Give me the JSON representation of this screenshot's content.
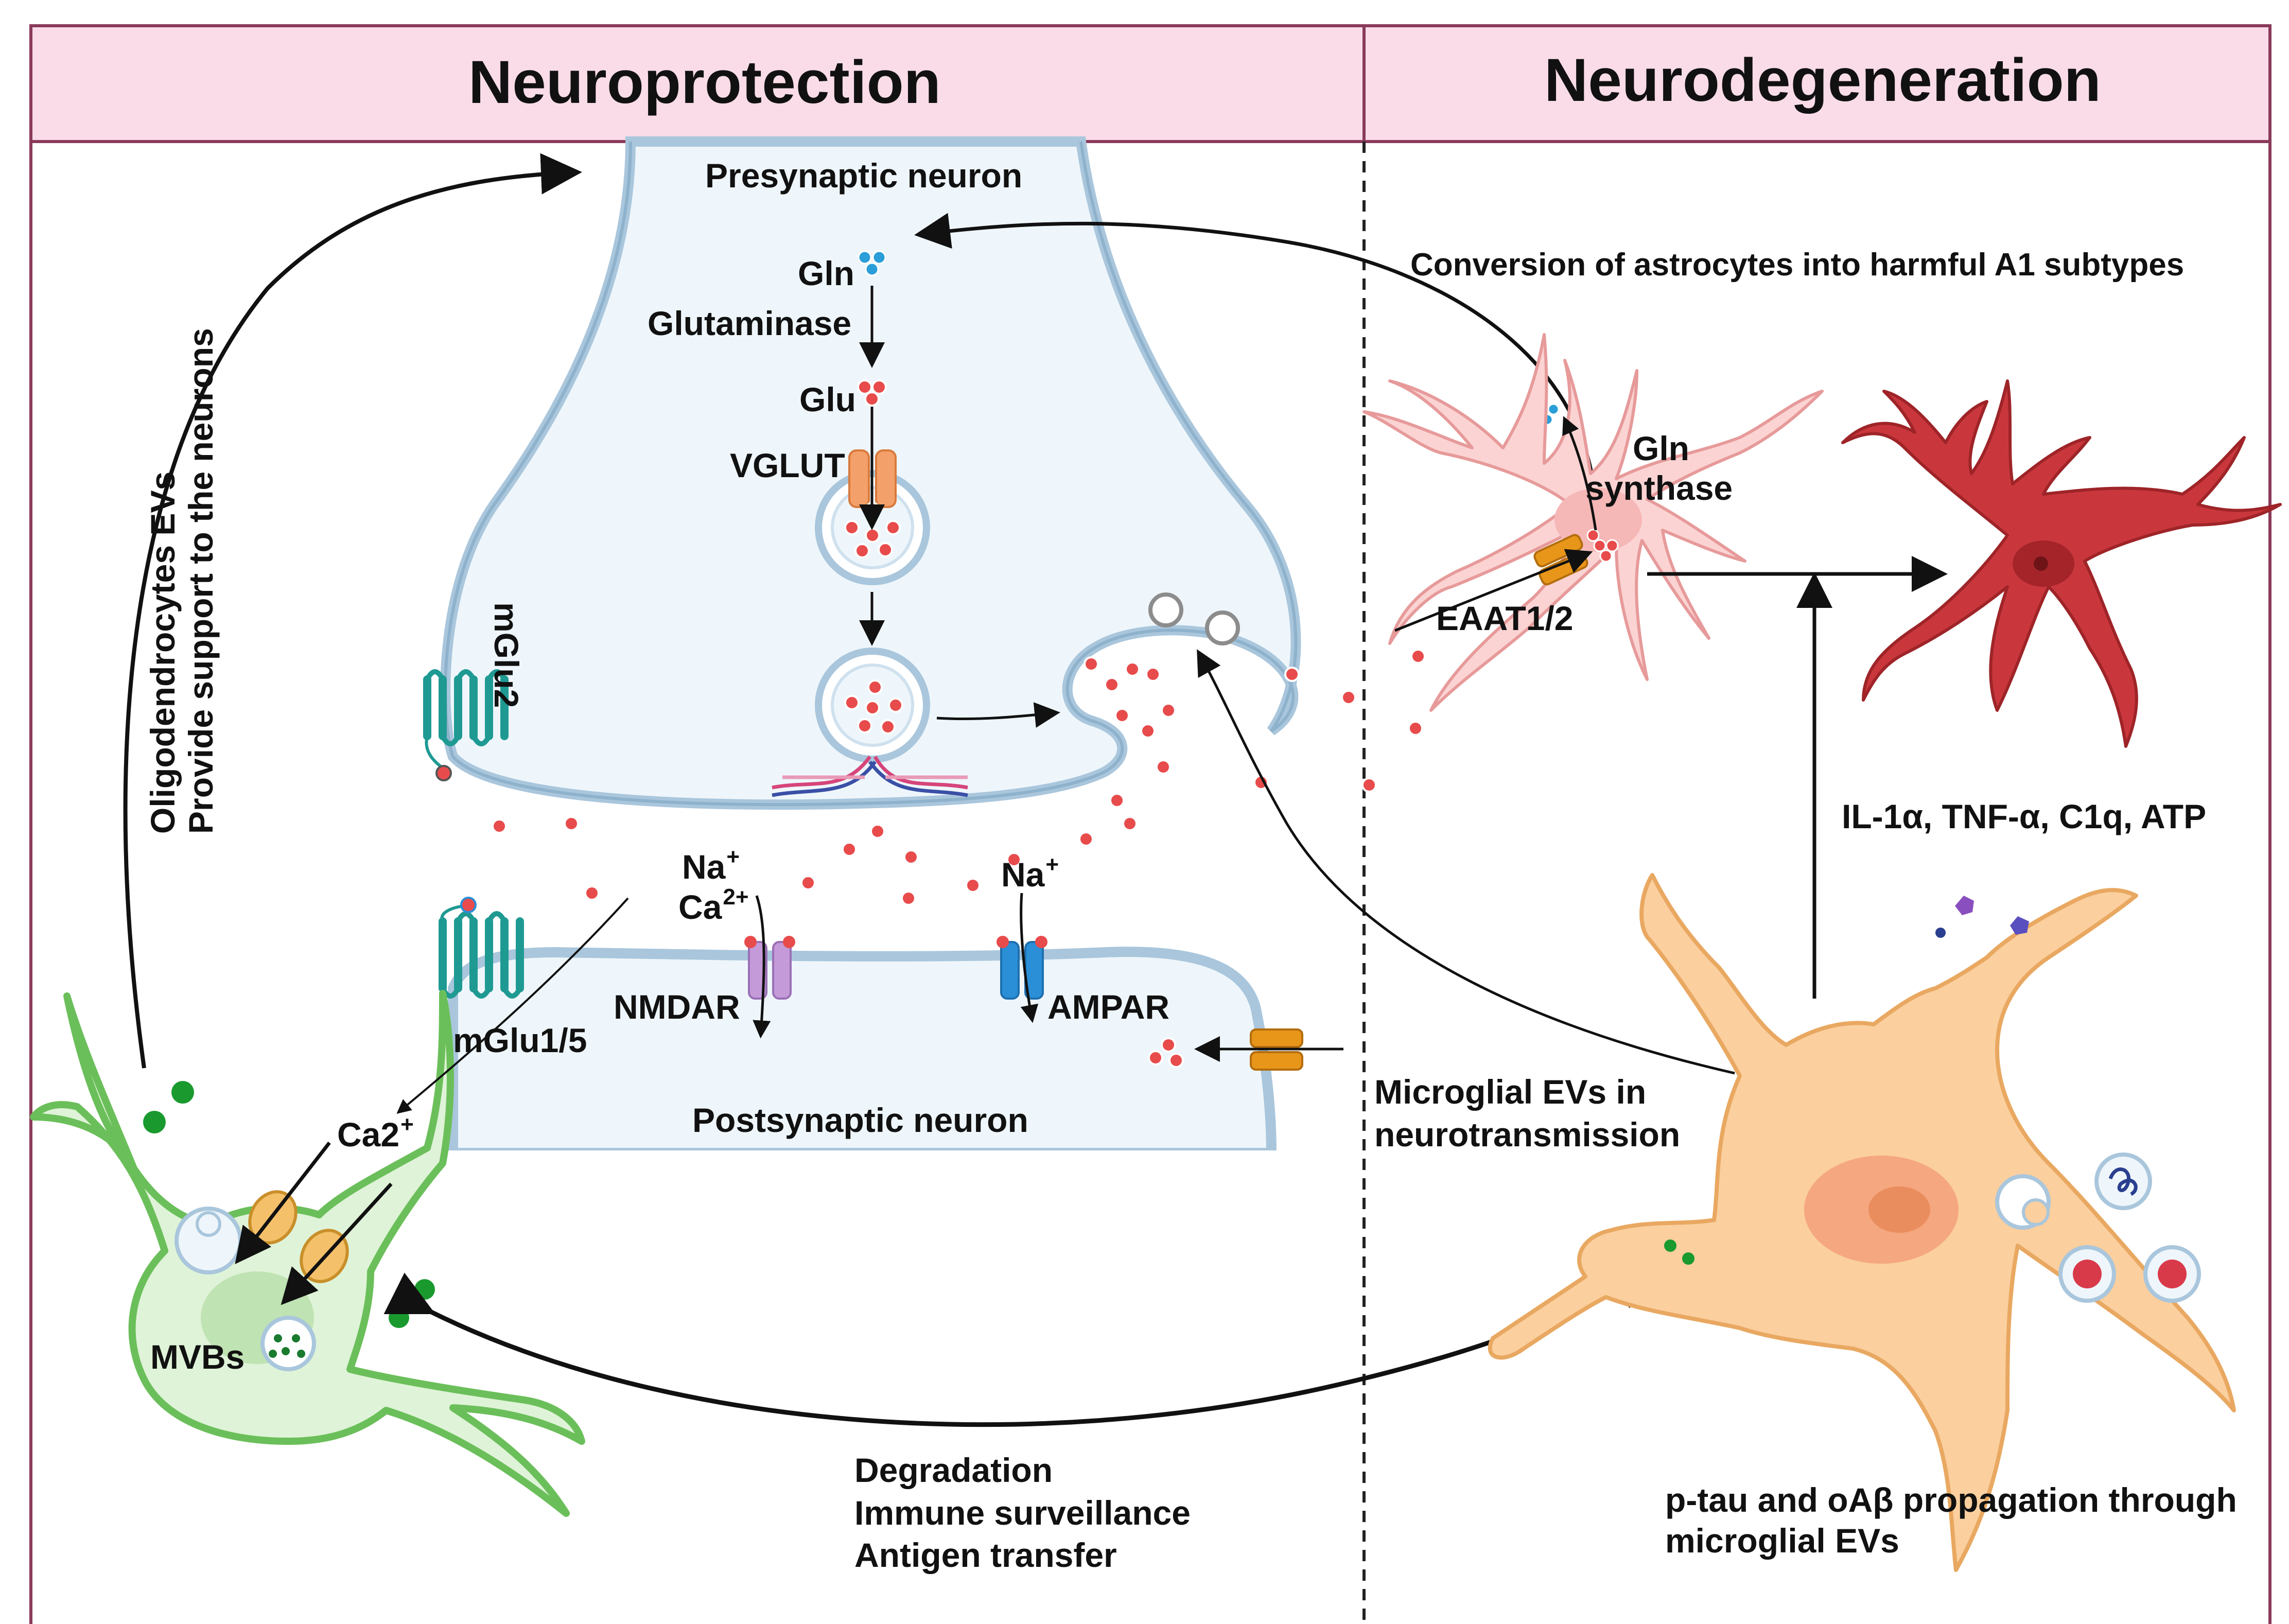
{
  "headers": {
    "left": "Neuroprotection",
    "right": "Neurodegeneration"
  },
  "presynaptic": {
    "title": "Presynaptic neuron",
    "gln": "Gln",
    "glutaminase": "Glutaminase",
    "glu": "Glu",
    "vglut": "VGLUT",
    "mglu2": "mGlu2"
  },
  "postsynaptic": {
    "title": "Postsynaptic neuron",
    "mglu15": "mGlu1/5",
    "na_nmda": "Na",
    "na_nmda_sup": "+",
    "ca_nmda": "Ca",
    "ca_nmda_sup": "2+",
    "nmdar": "NMDAR",
    "na_ampa": "Na",
    "na_ampa_sup": "+",
    "ampar": "AMPAR"
  },
  "oligodendrocyte": {
    "ev_line1": "Oligodendrocytes EVs",
    "ev_line2": "Provide support to the neurons",
    "ca": "Ca2",
    "ca_sup": "+",
    "mvbs": "MVBs"
  },
  "bottom_text": {
    "line1": "Degradation",
    "line2": "Immune surveillance",
    "line3": "Antigen transfer"
  },
  "astrocyte": {
    "conversion": "Conversion of astrocytes into harmful A1 subtypes",
    "gln_synthase_1": "Gln",
    "gln_synthase_2": "synthase",
    "eaat": "EAAT1/2"
  },
  "microglia": {
    "cytokines": "IL-1α, TNF-α, C1q, ATP",
    "evs_line1": "Microglial EVs in",
    "evs_line2": "neurotransmission",
    "ptau_line1": "p-tau and oAβ propagation through",
    "ptau_line2": "microglial EVs"
  },
  "colors": {
    "header_fill": "#f9dce8",
    "frame": "#8a3a5a",
    "neuron_fill": "#eef6fb",
    "neuron_stroke": "#a9c6dc",
    "glutamate": "#e84b4b",
    "glutamine": "#2a9ed8",
    "receptor_teal": "#1f9a93",
    "nmdar": "#c49ad8",
    "ampar": "#2a8fd6",
    "transporter": "#e8961a",
    "oligo_fill": "#dff3d8",
    "oligo_stroke": "#6bbf5a",
    "astro_fill": "#fbd3d3",
    "astro_a1": "#c9373c",
    "microglia_fill": "#fbcf9e"
  }
}
